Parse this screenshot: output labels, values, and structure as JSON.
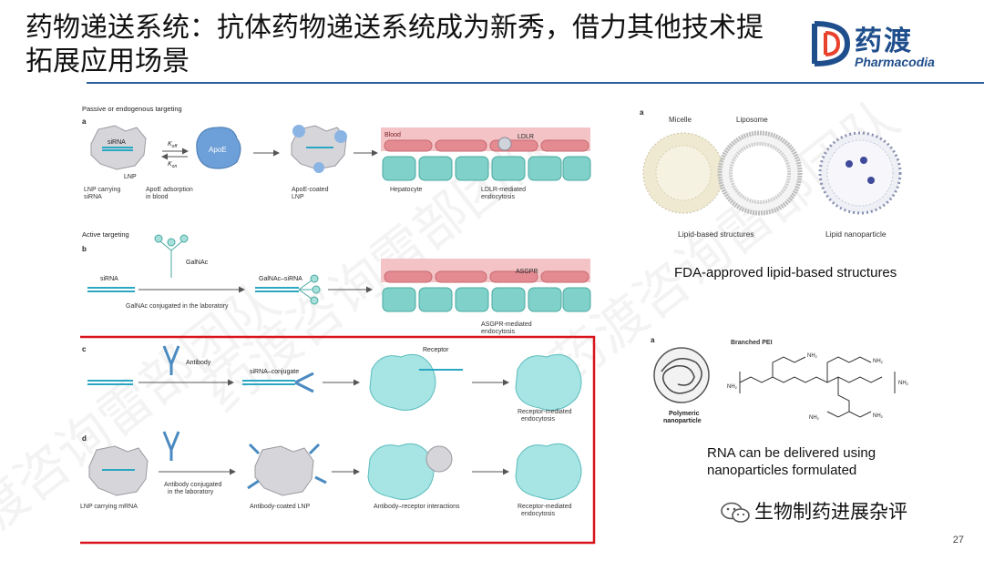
{
  "slide": {
    "title": "药物递送系统：抗体药物递送系统成为新秀，借力其他技术提拓展应用场景",
    "title_line1": "药物递送系统：抗体药物递送系统成为新秀，借力其他技术提",
    "title_line2": "拓展应用场景",
    "page_number": "27",
    "watermark": "药渡咨询雷部团队"
  },
  "logo": {
    "cn": "药渡",
    "en": "Pharmacodia",
    "brand_color": "#1f4e8c"
  },
  "figure_left": {
    "panel_passive": {
      "heading": "Passive or endogenous targeting",
      "letter": "a",
      "sirna": "siRNA",
      "lnp": "LNP",
      "koff": "K",
      "koff_sub": "off",
      "kon": "K",
      "kon_sub": "on",
      "apoe": "ApoE",
      "blood": "Blood",
      "ldlr": "LDLR",
      "label_lnp_carrying": "LNP carrying",
      "label_lnp_carrying_2": "siRNA",
      "label_apoe_adsorption": "ApoE adsorption",
      "label_apoe_adsorption_2": "in blood",
      "label_apoe_coated": "ApoE-coated",
      "label_apoe_coated_2": "LNP",
      "label_hepatocyte": "Hepatocyte",
      "label_ldlr_mediated": "LDLR-mediated",
      "label_ldlr_mediated_2": "endocytosis"
    },
    "panel_active": {
      "heading": "Active targeting",
      "letter": "b",
      "galnac": "GalNAc",
      "sirna": "siRNA",
      "galnac_sirna": "GalNAc–siRNA",
      "asgpr": "ASGPR",
      "conjugated": "GalNAc conjugated in the laboratory",
      "asgpr_mediated": "ASGPR-mediated",
      "asgpr_mediated_2": "endocytosis"
    },
    "panel_c": {
      "letter": "c",
      "antibody": "Antibody",
      "sirna_conjugate": "siRNA–conjugate",
      "receptor": "Receptor",
      "receptor_mediated": "Receptor-mediated",
      "receptor_mediated_2": "endocytosis"
    },
    "panel_d": {
      "letter": "d",
      "antibody_conjugated": "Antibody conjugated",
      "antibody_conjugated_2": "in the laboratory",
      "lnp_carrying_mrna": "LNP carrying mRNA",
      "antibody_coated_lnp": "Antibody-coated LNP",
      "antibody_receptor": "Antibody–receptor interactions",
      "receptor_mediated": "Receptor-mediated",
      "receptor_mediated_2": "endocytosis"
    },
    "highlight_color": "#d9141c"
  },
  "figure_right_top": {
    "letter": "a",
    "micelle": "Micelle",
    "liposome": "Liposome",
    "lipid_based": "Lipid-based structures",
    "lipid_nanoparticle": "Lipid nanoparticle",
    "caption": "FDA-approved lipid-based structures"
  },
  "figure_right_bottom": {
    "letter": "a",
    "branched_pei": "Branched PEI",
    "polymeric": "Polymeric",
    "polymeric_2": "nanoparticle",
    "nh2": "NH",
    "nh2_sub": "2",
    "caption_line1": "RNA can be delivered using",
    "caption_line2": "nanoparticles formulated"
  },
  "wechat": {
    "account": "生物制药进展杂评"
  }
}
